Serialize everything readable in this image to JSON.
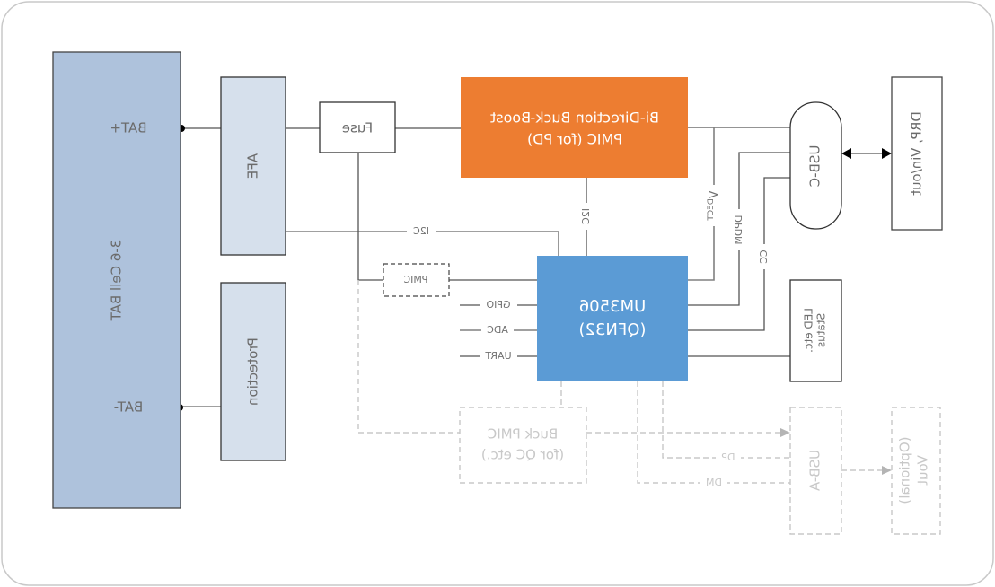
{
  "diagram": {
    "mirrored": true,
    "blocks": {
      "battery": {
        "label": "3-6 Cell BAT",
        "pos_label": "BAT+",
        "neg_label": "BAT-"
      },
      "afe": {
        "label": "AFE"
      },
      "protection": {
        "label": "Protection"
      },
      "fuse": {
        "label": "Fuse"
      },
      "buck_boost": {
        "line1": "Bi-Direction Buck-Boost",
        "line2": "PMIC (for PD)"
      },
      "pmic_small": {
        "label": "PMIC"
      },
      "mcu": {
        "line1": "UM3506",
        "line2": "(QFN32)"
      },
      "usb_c": {
        "label": "USB-C"
      },
      "drp": {
        "label": "DRP, Vin/out"
      },
      "status": {
        "line1": "Status",
        "line2": "LED etc."
      },
      "buck_pmic": {
        "line1": "Buck PMIC",
        "line2": "(for QC etc.)"
      },
      "usb_a": {
        "label": "USB-A"
      },
      "vout": {
        "line1": "Vout",
        "line2": "(Optional)"
      }
    },
    "signals": {
      "i2c_afe": "I2C",
      "i2c_pmic": "I2C",
      "gpio": "GPIO",
      "adc": "ADC",
      "uart": "UART",
      "vdect_main": "V",
      "vdect_sub": "DECT",
      "dpdm": "DPDM",
      "cc": "CC",
      "dp": "DP",
      "dm": "DM"
    },
    "colors": {
      "battery": "#aec2dc",
      "afe": "#d6e0ec",
      "buck_boost": "#ed7d31",
      "mcu": "#5b9bd5",
      "ghost": "#c8c8c8"
    }
  }
}
